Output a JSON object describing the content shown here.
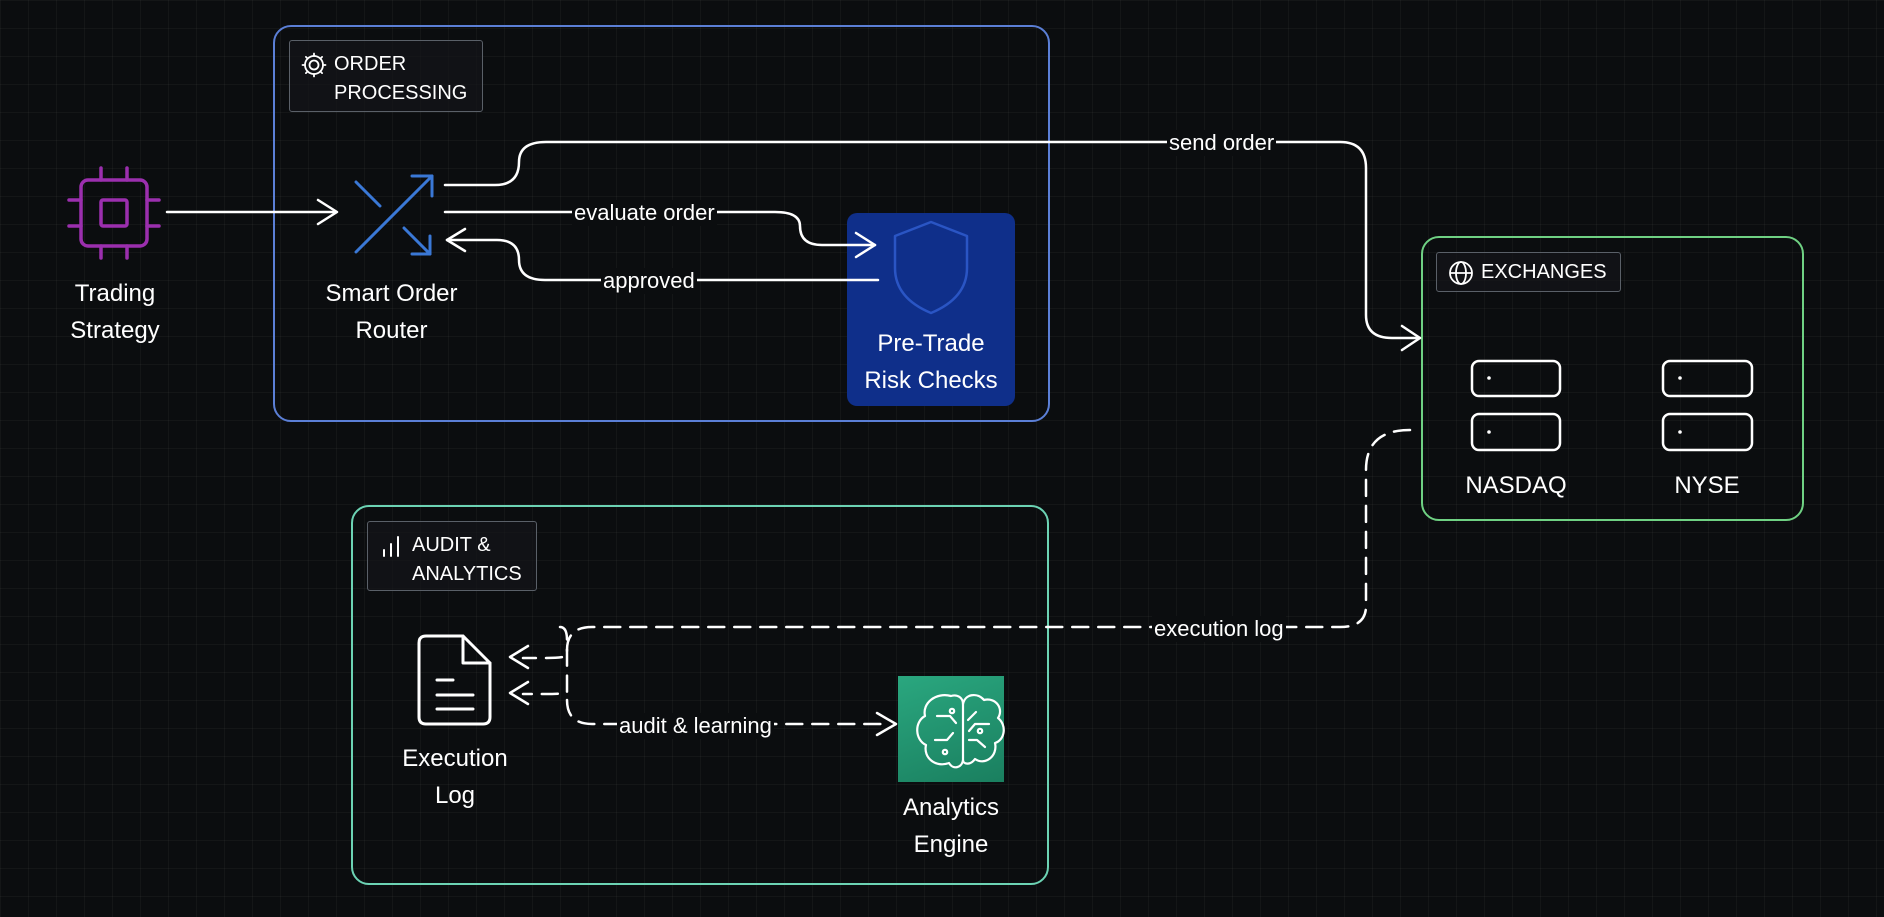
{
  "groups": {
    "order_processing": "ORDER\nPROCESSING",
    "audit_analytics": "AUDIT &\nANALYTICS",
    "exchanges": "EXCHANGES"
  },
  "nodes": {
    "trading_strategy": "Trading\nStrategy",
    "smart_order_router": "Smart Order\nRouter",
    "pre_trade_risk_checks": "Pre-Trade\nRisk Checks",
    "nasdaq": "NASDAQ",
    "nyse": "NYSE",
    "execution_log": "Execution\nLog",
    "analytics_engine": "Analytics\nEngine"
  },
  "edges": {
    "send_order": "send order",
    "evaluate_order": "evaluate order",
    "approved": "approved",
    "execution_log": "execution log",
    "audit_learning": "audit & learning"
  },
  "colors": {
    "background": "#0b0d0f",
    "order_border": "#5b7fd6",
    "audit_border": "#6cd3b4",
    "exchanges_border": "#6fd183",
    "trading_strategy_icon": "#9b2fae",
    "router_icon": "#3a78d6",
    "risk_fill": "#0f2f8a",
    "analytics_fill": "#1f8f6b"
  },
  "icons": {
    "order_processing": "gear-icon",
    "audit_analytics": "bar-chart-icon",
    "exchanges": "globe-icon",
    "trading_strategy": "chip-icon",
    "smart_order_router": "shuffle-icon",
    "pre_trade_risk_checks": "shield-icon",
    "nasdaq": "server-icon",
    "nyse": "server-icon",
    "execution_log": "document-icon",
    "analytics_engine": "brain-circuit-icon"
  }
}
